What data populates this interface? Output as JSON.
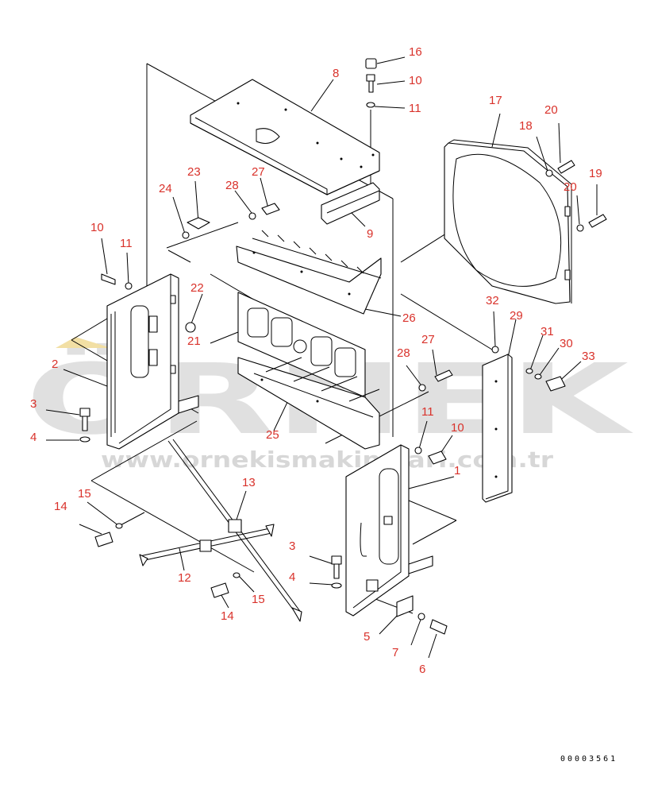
{
  "drawing": {
    "document_number": "00003561",
    "watermark_logo": "ÖRNEK",
    "watermark_url": "www.ornekismakinalari.com.tr",
    "callouts": [
      "16",
      "10",
      "11",
      "8",
      "17",
      "18",
      "20",
      "19",
      "20",
      "23",
      "27",
      "24",
      "28",
      "9",
      "10",
      "11",
      "22",
      "21",
      "26",
      "32",
      "29",
      "31",
      "30",
      "33",
      "27",
      "28",
      "2",
      "3",
      "4",
      "25",
      "11",
      "10",
      "1",
      "13",
      "15",
      "14",
      "12",
      "15",
      "14",
      "3",
      "4",
      "5",
      "7",
      "6"
    ]
  }
}
